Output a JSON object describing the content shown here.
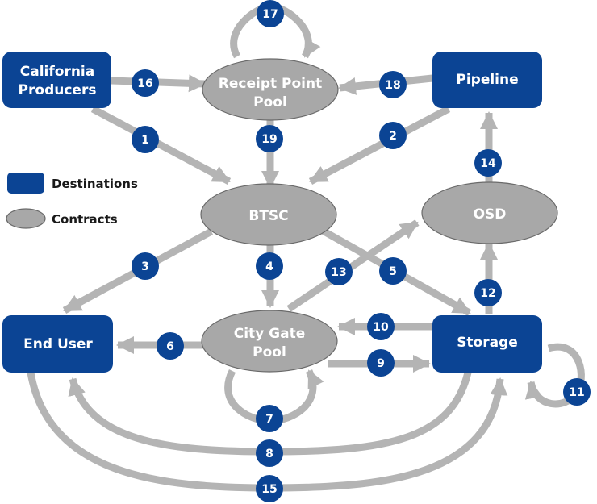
{
  "colors": {
    "destination": "#0b4494",
    "contract": "#a8a8a8",
    "arrow": "#b4b4b4",
    "badge": "#0b4494"
  },
  "nodes": {
    "california_producers": [
      "California",
      "Producers"
    ],
    "pipeline": [
      "Pipeline"
    ],
    "receipt_point_pool": [
      "Receipt Point",
      "Pool"
    ],
    "btsc": [
      "BTSC"
    ],
    "osd": [
      "OSD"
    ],
    "end_user": [
      "End User"
    ],
    "city_gate_pool": [
      "City Gate",
      "Pool"
    ],
    "storage": [
      "Storage"
    ]
  },
  "legend": {
    "destinations": "Destinations",
    "contracts": "Contracts"
  },
  "badges": {
    "b1": "1",
    "b2": "2",
    "b3": "3",
    "b4": "4",
    "b5": "5",
    "b6": "6",
    "b7": "7",
    "b8": "8",
    "b9": "9",
    "b10": "10",
    "b11": "11",
    "b12": "12",
    "b13": "13",
    "b14": "14",
    "b15": "15",
    "b16": "16",
    "b17": "17",
    "b18": "18",
    "b19": "19"
  }
}
